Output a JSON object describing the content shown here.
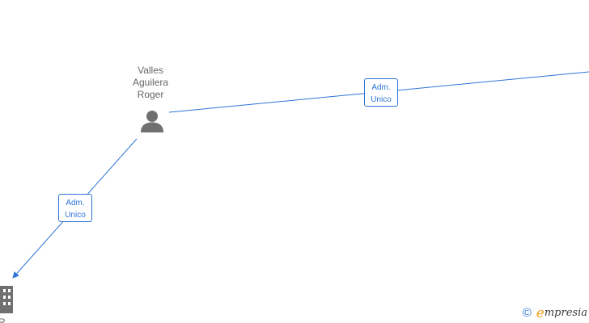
{
  "person": {
    "name_lines": [
      "Valles",
      "Aguilera",
      "Roger"
    ],
    "icon": "person-icon"
  },
  "edges": [
    {
      "label_lines": [
        "Adm.",
        "Unico"
      ]
    },
    {
      "label_lines": [
        "Adm.",
        "Unico"
      ]
    }
  ],
  "company": {
    "icon": "building-icon",
    "name_visible": "R"
  },
  "watermark": {
    "symbol": "©",
    "brand_first": "e",
    "brand_rest": "mpresia"
  },
  "colors": {
    "edge": "#2e74d6",
    "node_icon": "#707070",
    "text": "#666666",
    "brand_accent": "#f0a020"
  }
}
